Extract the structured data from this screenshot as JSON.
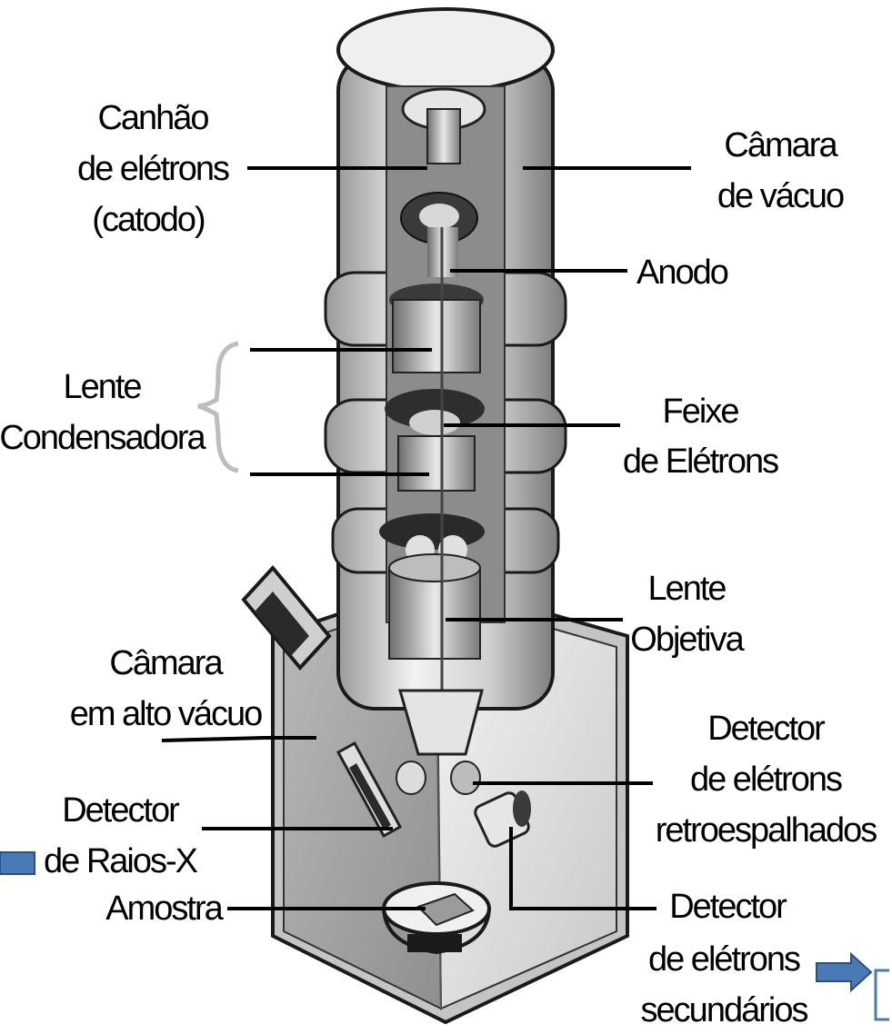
{
  "labels": {
    "electron_gun": [
      "Canhão",
      "de elétrons",
      "(catodo)"
    ],
    "vacuum_chamber": [
      "Câmara",
      "de vácuo"
    ],
    "anode": [
      "Anodo"
    ],
    "condenser_lens": [
      "Lente",
      "Condensadora"
    ],
    "electron_beam": [
      "Feixe",
      "de Elétrons"
    ],
    "objective_lens": [
      "Lente",
      "Objetiva"
    ],
    "high_vacuum_chamber": [
      "Câmara",
      "em alto vácuo"
    ],
    "backscatter_detector": [
      "Detector",
      "de elétrons",
      "retroespalhados"
    ],
    "xray_detector": [
      "Detector",
      "de Raios-X"
    ],
    "sample": [
      "Amostra"
    ],
    "secondary_detector": [
      "Detector",
      "de elétrons",
      "secundários"
    ]
  },
  "colors": {
    "column_fill": "#d8d8d8",
    "column_shade": "#8a8a8a",
    "chamber_left": "#a9a9a9",
    "chamber_right": "#dedede",
    "outline": "#1a1a1a",
    "leader_line": "#000000",
    "arrow": "#4a7ab5",
    "bracket": "#bdbdbd"
  }
}
